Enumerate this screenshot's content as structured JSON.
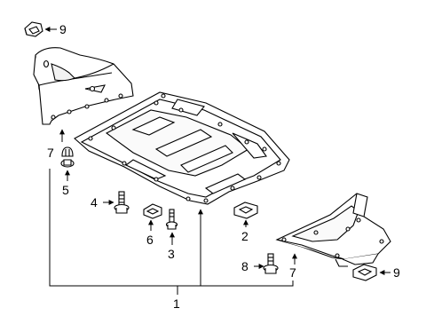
{
  "callouts": {
    "n1": "1",
    "n2": "2",
    "n3": "3",
    "n4": "4",
    "n5": "5",
    "n6": "6",
    "n7_left": "7",
    "n7_right": "7",
    "n8": "8",
    "n9_top": "9",
    "n9_right": "9"
  }
}
